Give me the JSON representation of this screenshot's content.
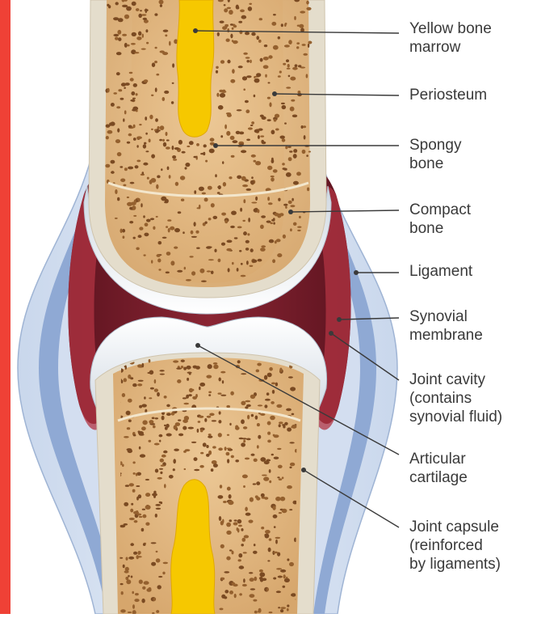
{
  "diagram": {
    "labels": [
      {
        "id": "yellow-bone-marrow",
        "text": "Yellow bone\nmarrow"
      },
      {
        "id": "periosteum",
        "text": "Periosteum"
      },
      {
        "id": "spongy-bone",
        "text": "Spongy\nbone"
      },
      {
        "id": "compact-bone",
        "text": "Compact\nbone"
      },
      {
        "id": "ligament",
        "text": "Ligament"
      },
      {
        "id": "synovial-membrane",
        "text": "Synovial\nmembrane"
      },
      {
        "id": "joint-cavity",
        "text": "Joint cavity\n(contains\nsynovial fluid)"
      },
      {
        "id": "articular-cartilage",
        "text": "Articular\ncartilage"
      },
      {
        "id": "joint-capsule",
        "text": "Joint capsule\n(reinforced\nby ligaments)"
      }
    ],
    "colors": {
      "accent_bar": "#ef4136",
      "capsule_outer": "#d6e1f0",
      "ligament": "#8ea9d3",
      "synovial_cavity": "#7a1c28",
      "compact_bone": "#e3dccb",
      "spongy_bone": "#dfb882",
      "marrow": "#f5c400",
      "cartilage": "#f2f5f8",
      "leader_line": "#333333"
    }
  }
}
